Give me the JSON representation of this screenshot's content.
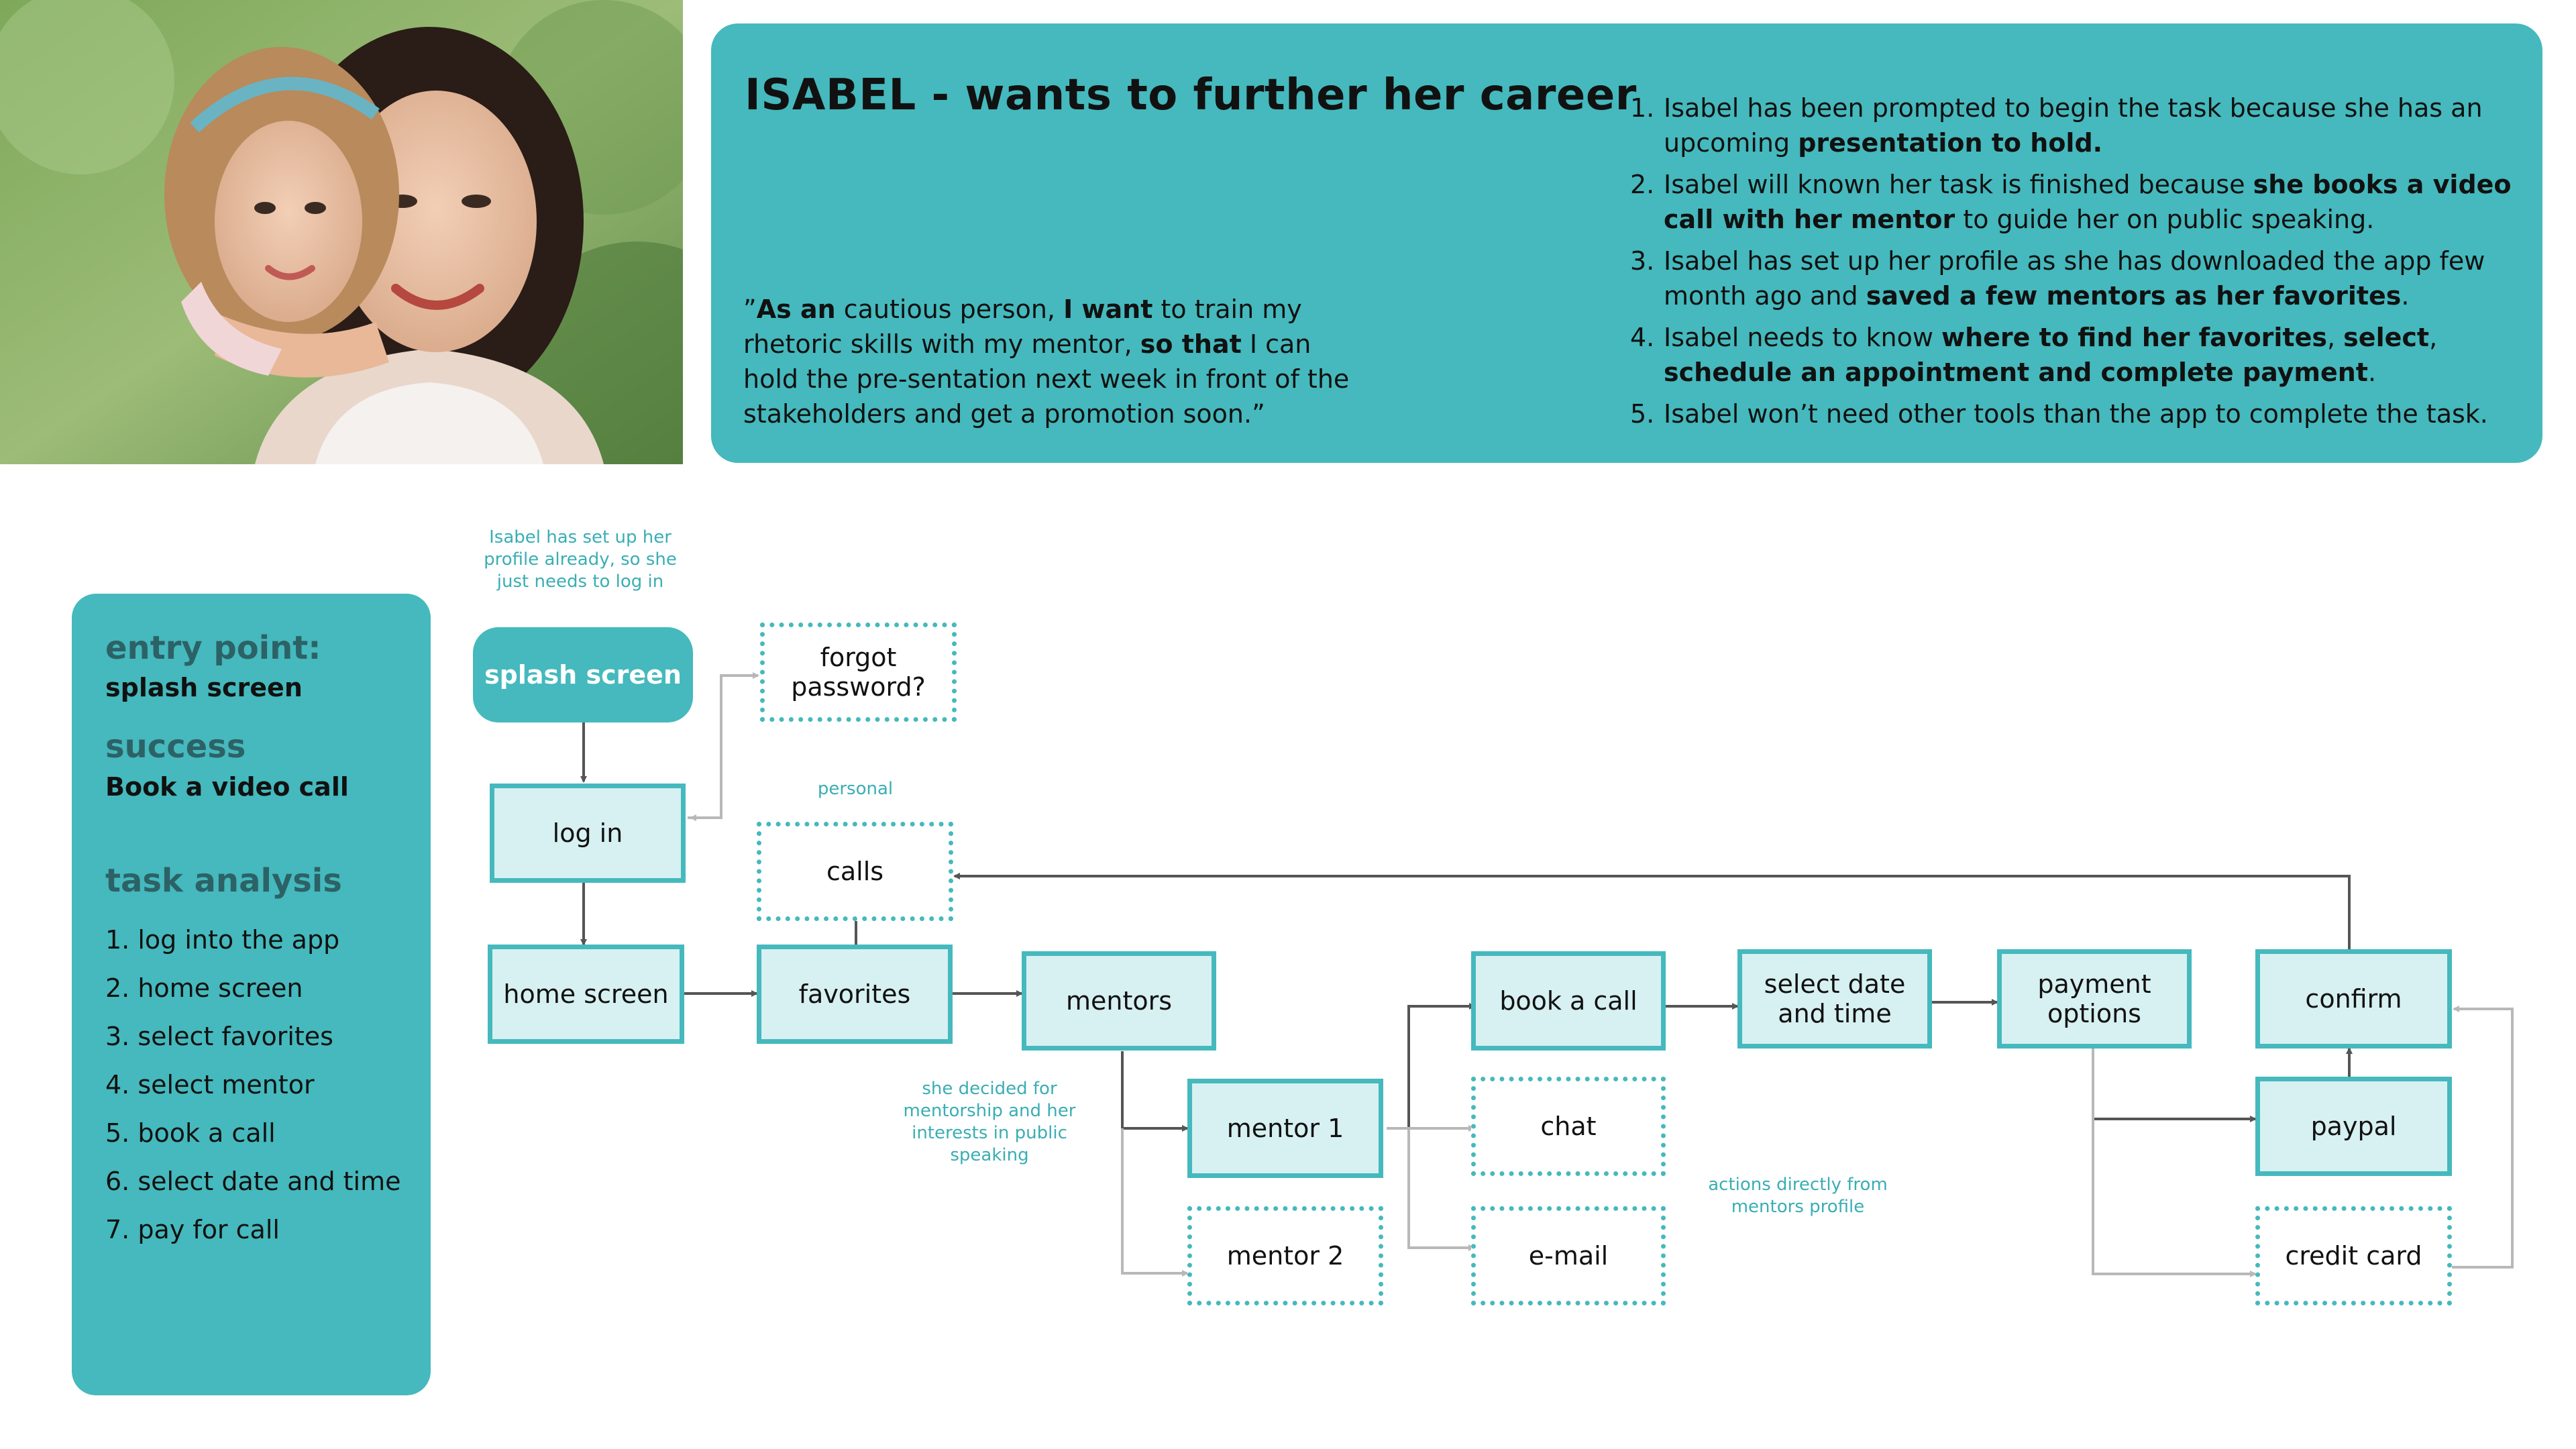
{
  "photo": {
    "alt": "mother-and-daughter-photo"
  },
  "header": {
    "title": "ISABEL - wants to further her career",
    "quote": {
      "p1": "”",
      "b1": "As an",
      "p2": " cautious person, ",
      "b2": "I want",
      "p3": " to train my rhetoric skills with my mentor, ",
      "b3": "so that",
      "p4": " I can hold the pre-sentation next week in front of the stakeholders and get a promotion soon.”"
    },
    "steps": [
      {
        "num": "1.",
        "parts": [
          {
            "t": "Isabel has been prompted to begin the task because she has an upcoming ",
            "b": false
          },
          {
            "t": "presentation to hold.",
            "b": true
          }
        ]
      },
      {
        "num": "2.",
        "parts": [
          {
            "t": "Isabel will known her task is finished because ",
            "b": false
          },
          {
            "t": "she books a video call with her mentor",
            "b": true
          },
          {
            "t": " to guide her on public speaking.",
            "b": false
          }
        ]
      },
      {
        "num": "3.",
        "parts": [
          {
            "t": "Isabel has set up her profile as she has downloaded the app few month ago and ",
            "b": false
          },
          {
            "t": "saved a few mentors as her favorites",
            "b": true
          },
          {
            "t": ".",
            "b": false
          }
        ]
      },
      {
        "num": "4.",
        "parts": [
          {
            "t": "Isabel needs to know ",
            "b": false
          },
          {
            "t": "where to find her favorites",
            "b": true
          },
          {
            "t": ", ",
            "b": false
          },
          {
            "t": "select",
            "b": true
          },
          {
            "t": ", ",
            "b": false
          },
          {
            "t": "schedule an appointment and complete payment",
            "b": true
          },
          {
            "t": ".",
            "b": false
          }
        ]
      },
      {
        "num": "5.",
        "parts": [
          {
            "t": "Isabel won’t need other tools than the app to complete the task.",
            "b": false
          }
        ]
      }
    ]
  },
  "sidecard": {
    "entry_heading": "entry point:",
    "entry_value": "splash screen",
    "success_heading": "success",
    "success_value": "Book a video call",
    "task_heading": "task analysis",
    "tasks": [
      "1. log into the app",
      "2. home screen",
      "3. select favorites",
      "4. select mentor",
      "5. book a call",
      "6. select date and time",
      "7. pay for call"
    ]
  },
  "flow": {
    "splash": "splash screen",
    "forgot": "forgot password?",
    "login": "log in",
    "calls": "calls",
    "home": "home screen",
    "favorites": "favorites",
    "mentors": "mentors",
    "mentor1": "mentor 1",
    "mentor2": "mentor 2",
    "book": "book a call",
    "chat": "chat",
    "email": "e-mail",
    "select_date": "select date and time",
    "payment": "payment options",
    "confirm": "confirm",
    "paypal": "paypal",
    "credit": "credit card"
  },
  "notes": {
    "profile": "Isabel has set up her profile already, so she just needs to log in",
    "personal": "personal",
    "decided": "she decided for mentorship and her interests in public speaking",
    "actions": "actions directly from mentors profile"
  },
  "colors": {
    "accent": "#45b9bd",
    "node_fill": "#d7f0f1",
    "heading_dark": "#2c6266"
  }
}
